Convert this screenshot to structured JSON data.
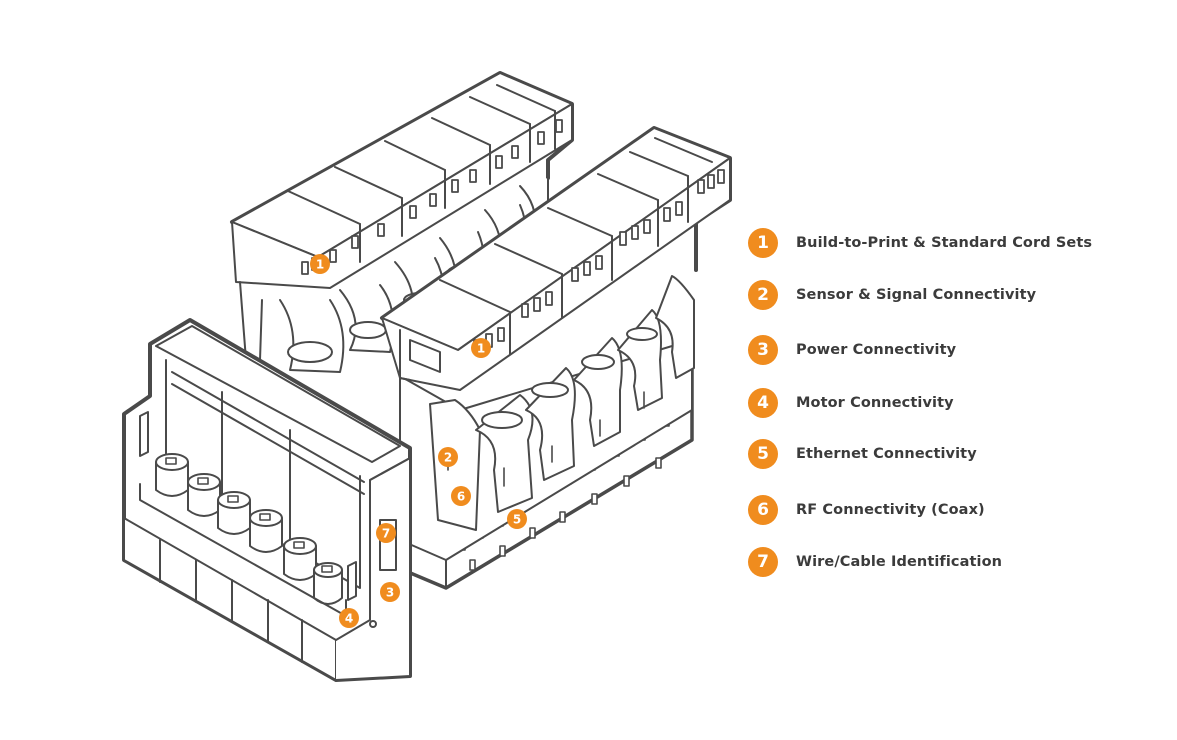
{
  "accent_color": "#f08c1e",
  "line_color": "#4a4a4a",
  "legend": [
    {
      "number": "1",
      "label": "Build-to-Print & Standard Cord Sets"
    },
    {
      "number": "2",
      "label": "Sensor & Signal Connectivity"
    },
    {
      "number": "3",
      "label": "Power Connectivity"
    },
    {
      "number": "4",
      "label": "Motor Connectivity"
    },
    {
      "number": "5",
      "label": "Ethernet Connectivity"
    },
    {
      "number": "6",
      "label": "RF Connectivity (Coax)"
    },
    {
      "number": "7",
      "label": "Wire/Cable Identification"
    }
  ],
  "callouts": [
    "1",
    "1",
    "2",
    "6",
    "5",
    "7",
    "3",
    "4"
  ]
}
